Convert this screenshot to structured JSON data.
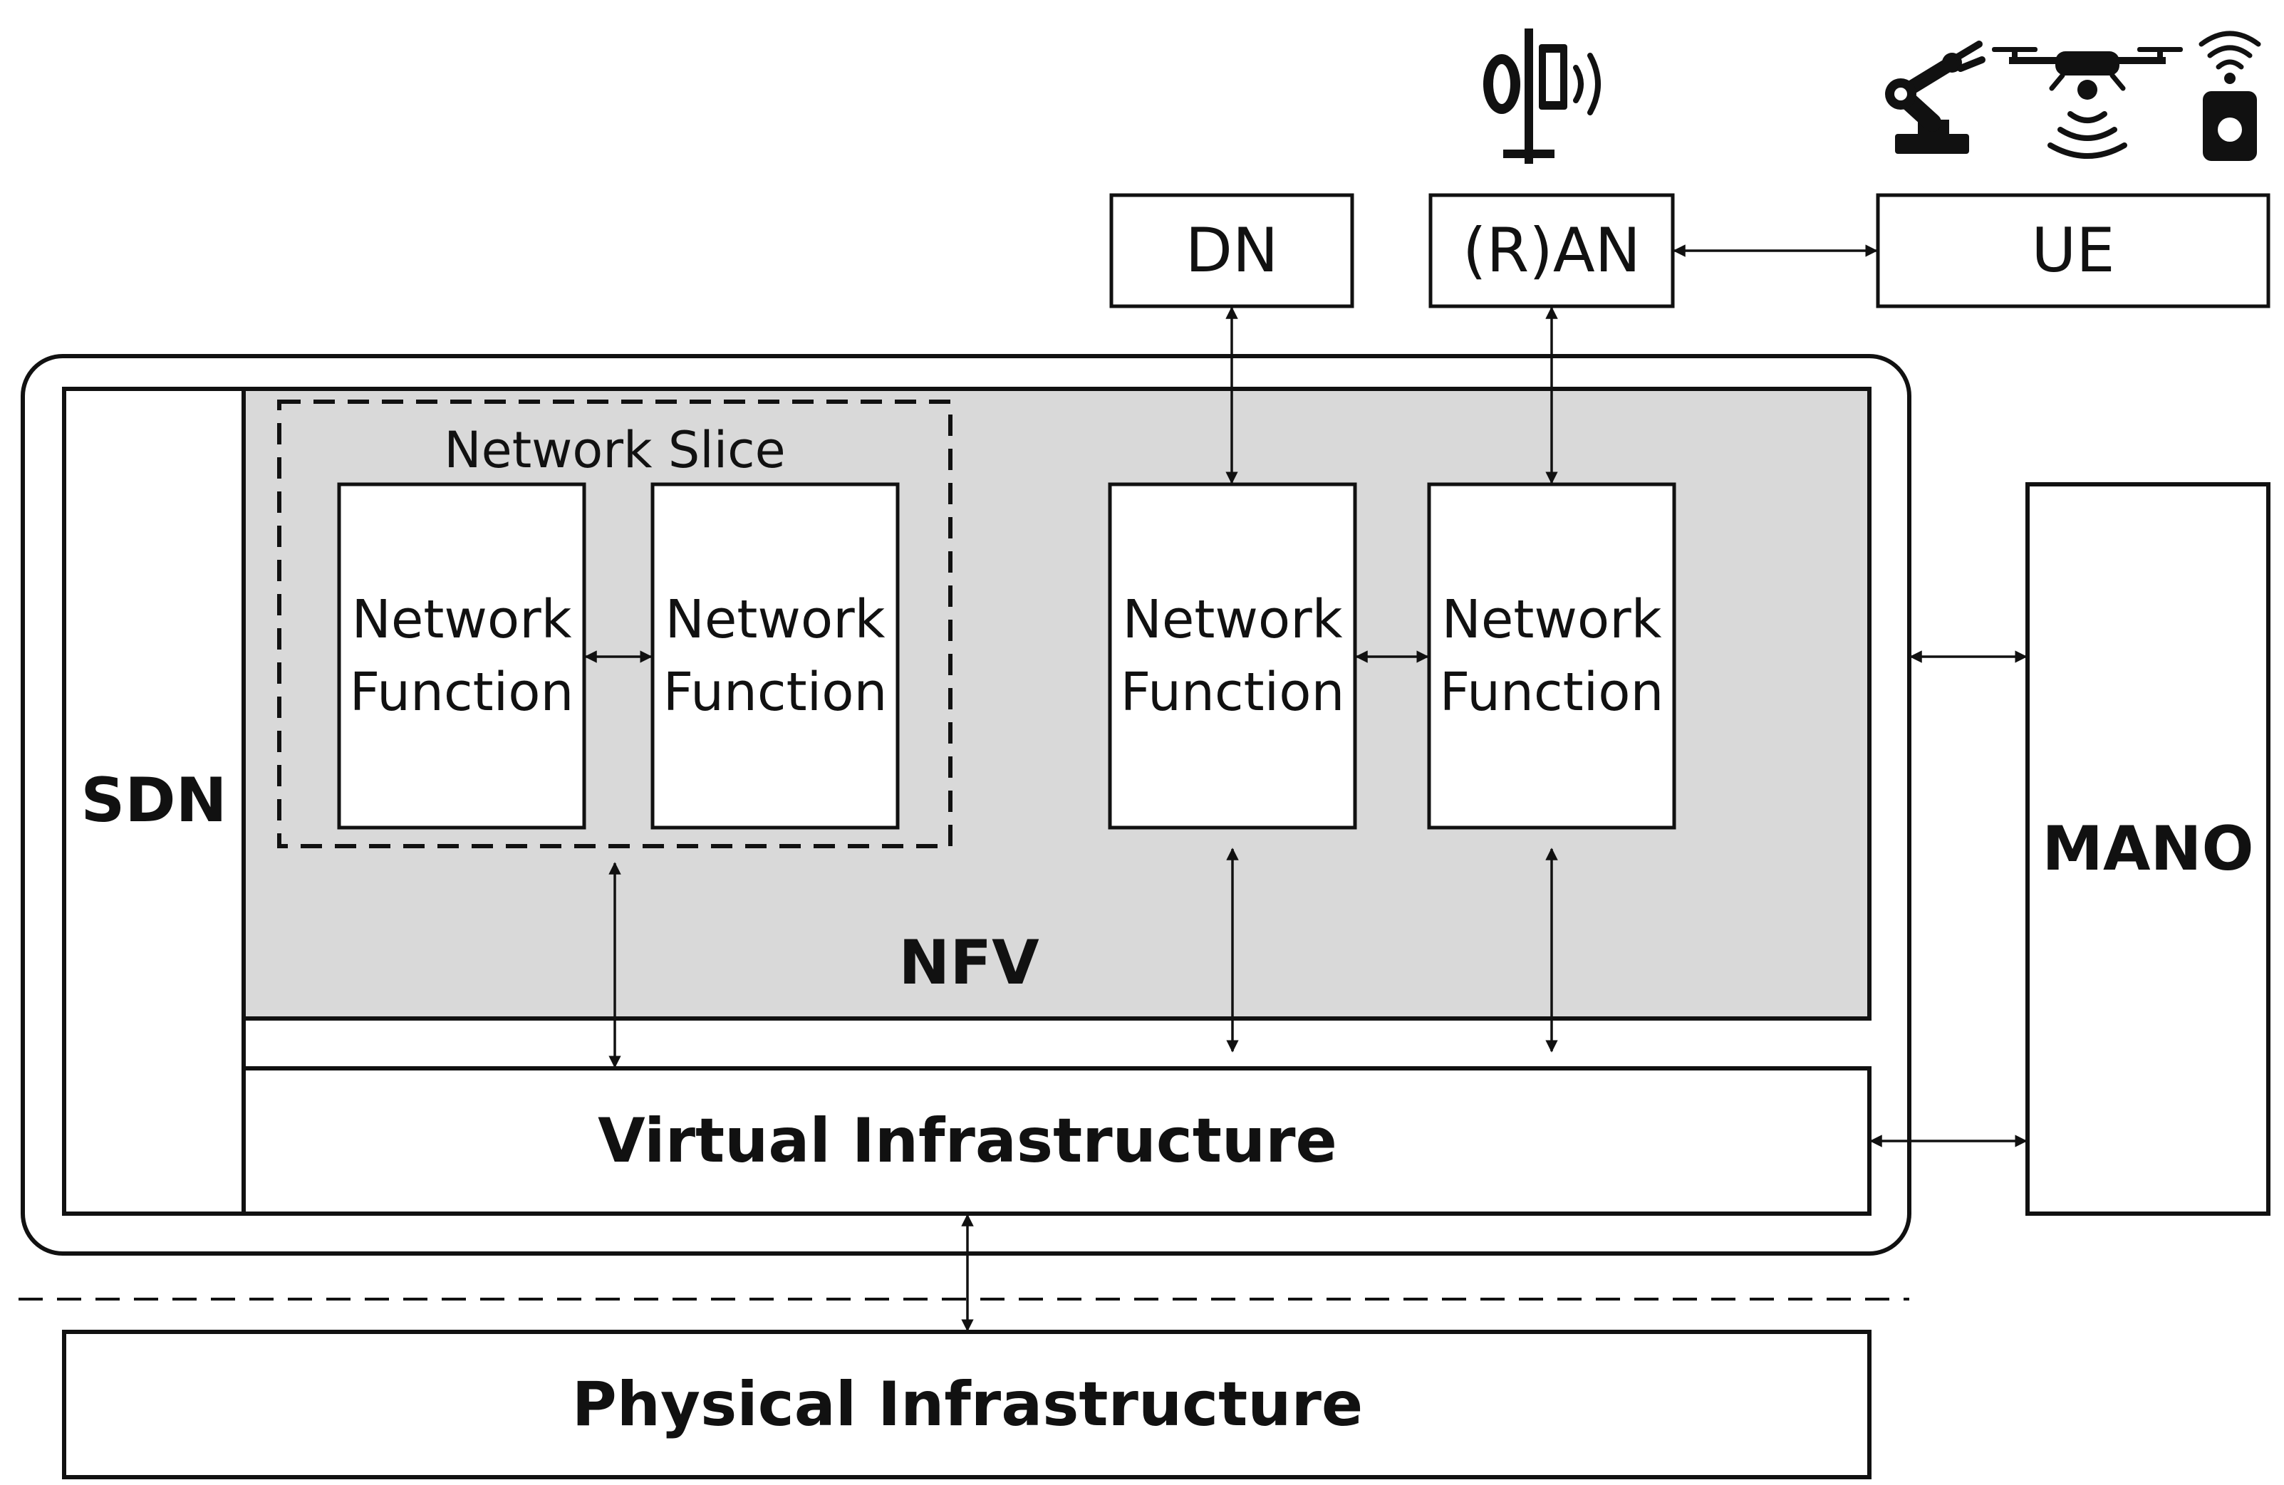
{
  "nodes": {
    "dn": "DN",
    "ran": "(R)AN",
    "ue": "UE",
    "sdn": "SDN",
    "network_slice": "Network Slice",
    "nf_line1": "Network",
    "nf_line2": "Function",
    "nfv": "NFV",
    "virtual_infrastructure": "Virtual Infrastructure",
    "mano": "MANO",
    "physical_infrastructure": "Physical Infrastructure"
  },
  "icons": [
    "antenna-tower-icon",
    "robot-arm-icon",
    "drone-icon",
    "remote-controller-icon"
  ],
  "colors": {
    "nfv_fill": "#d9d9d9",
    "stroke": "#111111"
  }
}
